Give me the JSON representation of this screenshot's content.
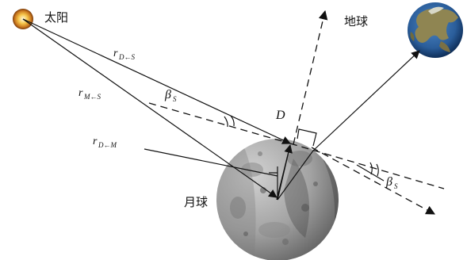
{
  "labels": {
    "sun": "太阳",
    "earth": "地球",
    "moon": "月球",
    "D": "D",
    "r_DS": {
      "main": "r",
      "sub": "D←S"
    },
    "r_MS": {
      "main": "r",
      "sub": "M←S"
    },
    "r_DM": {
      "main": "r",
      "sub": "D←M"
    },
    "beta_top": {
      "main": "β",
      "sub": "S"
    },
    "beta_bottom": {
      "main": "β",
      "sub": "S"
    }
  },
  "colors": {
    "line": "#111111",
    "sun_core": "#fff3a0",
    "sun_rim": "#b85c10",
    "ocean": "#2a5d9a",
    "land": "#9a8a55",
    "moon_light": "#c9c9c9",
    "moon_dark": "#4a4a4a"
  }
}
